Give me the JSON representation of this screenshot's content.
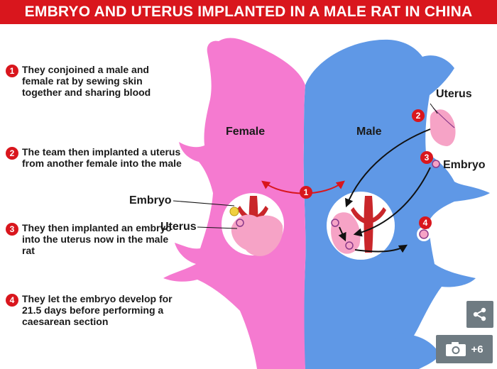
{
  "header": {
    "title": "EMBRYO AND UTERUS IMPLANTED IN A MALE RAT IN CHINA"
  },
  "steps": [
    {
      "num": "1",
      "text": "They conjoined a male and female rat by sewing skin together and sharing blood"
    },
    {
      "num": "2",
      "text": "The team then implanted a uterus from another female into the male"
    },
    {
      "num": "3",
      "text": "They then implanted an embryo into the uterus now in the male rat"
    },
    {
      "num": "4",
      "text": "They let the embryo develop for 21.5 days before performing a caesarean section"
    }
  ],
  "labels": {
    "female": "Female",
    "male": "Male",
    "embryo_left": "Embryo",
    "uterus_left": "Uterus",
    "uterus_right": "Uterus",
    "embryo_right": "Embryo"
  },
  "markers": {
    "m1": "1",
    "m2": "2",
    "m3": "3",
    "m4": "4"
  },
  "colors": {
    "banner": "#d9161d",
    "female_rat": "#f57ad0",
    "male_rat": "#5f98e6",
    "uterus": "#f6a3c6",
    "vessel": "#c9262a",
    "accent": "#d9161d"
  },
  "controls": {
    "gallery_count": "+6",
    "share_icon": "share-icon",
    "camera_icon": "camera-icon"
  }
}
